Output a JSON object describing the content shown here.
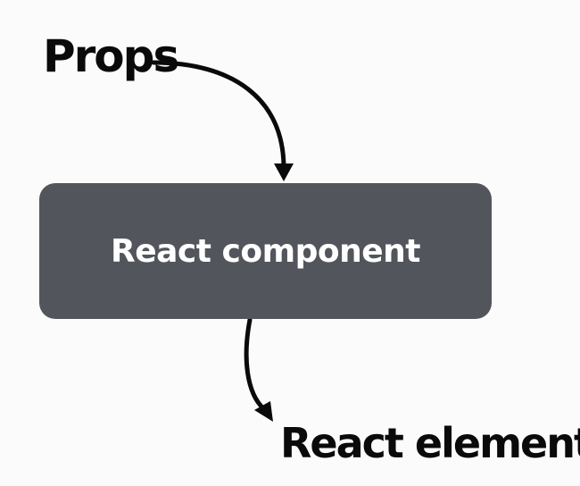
{
  "diagram": {
    "input_label": "Props",
    "component_label": "React component",
    "output_label": "React element",
    "colors": {
      "background": "#fbfbfb",
      "box": "#53555c",
      "box_text": "#ffffff",
      "ink": "#0a0a0a"
    }
  }
}
